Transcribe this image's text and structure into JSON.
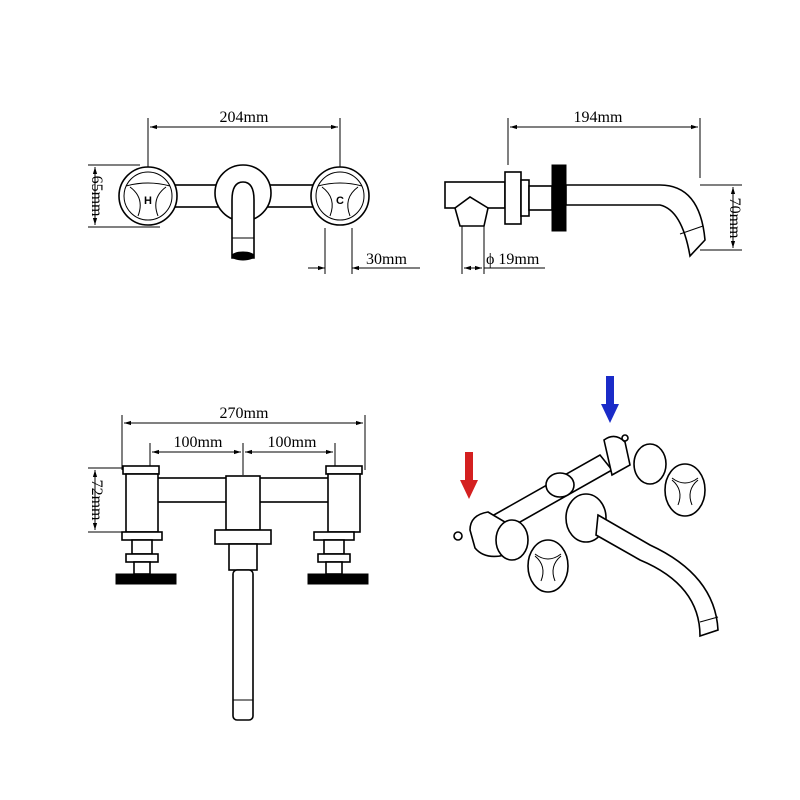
{
  "front_view": {
    "width_label": "204mm",
    "height_label": "65mm",
    "depth_label": "30mm",
    "hot_handle_label": "H",
    "cold_handle_label": "C"
  },
  "side_view": {
    "length_label": "194mm",
    "drop_label": "70mm",
    "diameter_label": "ϕ 19mm"
  },
  "top_view": {
    "total_width_label": "270mm",
    "left_spacing_label": "100mm",
    "right_spacing_label": "100mm",
    "height_label": "72mm"
  },
  "isometric_view": {
    "hot_arrow_color": "#d42020",
    "cold_arrow_color": "#1a2bc8"
  }
}
